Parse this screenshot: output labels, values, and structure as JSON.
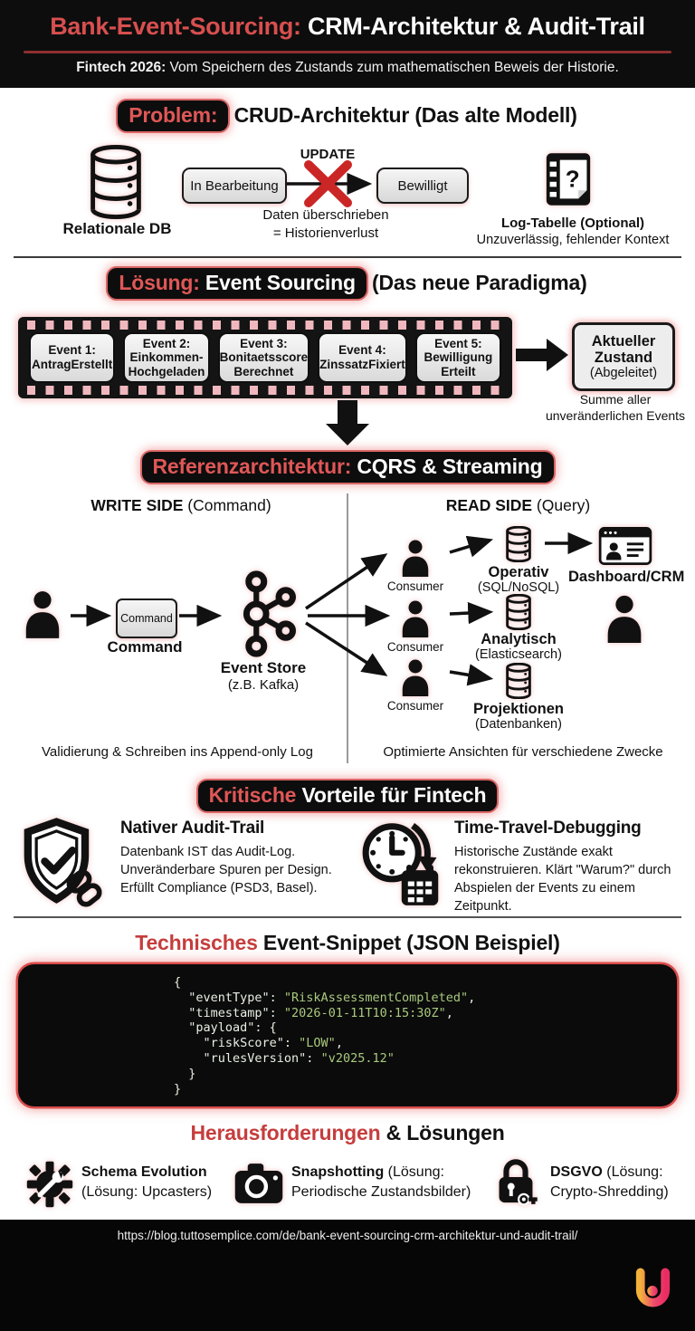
{
  "colors": {
    "accent_red": "#cf4040",
    "badge_red": "#e05757",
    "header_red": "#d84f4f",
    "code_green": "#a9c97e",
    "sprocket_pink": "#f0b8be",
    "logo_gradient_start": "#f2b23a",
    "logo_gradient_end": "#e92d63"
  },
  "header": {
    "title_red": "Bank-Event-Sourcing:",
    "title_white": " CRM-Architektur & Audit-Trail",
    "subtitle_bold": "Fintech 2026:",
    "subtitle_rest": " Vom Speichern des Zustands zum mathematischen Beweis der Historie."
  },
  "problem": {
    "badge": "Problem:",
    "title": " CRUD-Architektur (Das alte Modell)",
    "db_label": "Relationale DB",
    "update_label": "UPDATE",
    "state_before": "In Bearbeitung",
    "state_after": "Bewilligt",
    "overwrite_caption": "Daten überschrieben\n= Historienverlust",
    "log_title": "Log-Tabelle (Optional)",
    "log_caption": "Unzuverlässig, fehlender Kontext"
  },
  "solution": {
    "badge_red": "Lösung:",
    "badge_white": " Event Sourcing",
    "title_rest": " (Das neue Paradigma)",
    "events": [
      {
        "label": "Event 1:\nAntragErstellt"
      },
      {
        "label": "Event 2:\nEinkommen-\nHochgeladen"
      },
      {
        "label": "Event 3:\nBonitaetsscore\nBerechnet"
      },
      {
        "label": "Event 4:\nZinssatzFixiert"
      },
      {
        "label": "Event 5:\nBewilligung\nErteilt"
      }
    ],
    "state_box_bold": "Aktueller\nZustand",
    "state_box_sub": "(Abgeleitet)",
    "sum_caption": "Summe aller\nunveränderlichen Events"
  },
  "architecture": {
    "badge_red": "Referenzarchitektur:",
    "badge_white": " CQRS & Streaming",
    "write_bold": "WRITE SIDE",
    "write_rest": " (Command)",
    "read_bold": "READ SIDE",
    "read_rest": " (Query)",
    "command_box": "Command",
    "command_label": "Command",
    "event_store_title": "Event Store",
    "event_store_sub": "(z.B. Kafka)",
    "consumers": [
      "Consumer",
      "Consumer",
      "Consumer"
    ],
    "stores": [
      {
        "title": "Operativ",
        "sub": "(SQL/NoSQL)"
      },
      {
        "title": "Analytisch",
        "sub": "(Elasticsearch)"
      },
      {
        "title": "Projektionen",
        "sub": "(Datenbanken)"
      }
    ],
    "dashboard_label": "Dashboard/CRM",
    "write_caption": "Validierung & Schreiben ins Append-only Log",
    "read_caption": "Optimierte Ansichten für verschiedene Zwecke"
  },
  "benefits": {
    "badge_red": "Kritische",
    "badge_white": " Vorteile für Fintech",
    "items": [
      {
        "title": "Nativer Audit-Trail",
        "body": "Datenbank IST das Audit-Log.\nUnveränderbare Spuren per Design.\nErfüllt Compliance (PSD3, Basel)."
      },
      {
        "title": "Time-Travel-Debugging",
        "body": "Historische Zustände exakt\nrekonstruieren. Klärt \"Warum?\" durch\nAbspielen der Events zu einem\nZeitpunkt."
      }
    ]
  },
  "snippet": {
    "title_red": "Technisches",
    "title_rest": " Event-Snippet (JSON Beispiel)",
    "code_lines": [
      {
        "pre": "{",
        "val": "",
        "post": ""
      },
      {
        "pre": "  \"eventType\": ",
        "val": "\"RiskAssessmentCompleted\"",
        "post": ","
      },
      {
        "pre": "  \"timestamp\": ",
        "val": "\"2026-01-11T10:15:30Z\"",
        "post": ","
      },
      {
        "pre": "  \"payload\": {",
        "val": "",
        "post": ""
      },
      {
        "pre": "    \"riskScore\": ",
        "val": "\"LOW\"",
        "post": ","
      },
      {
        "pre": "    \"rulesVersion\": ",
        "val": "\"v2025.12\"",
        "post": ""
      },
      {
        "pre": "  }",
        "val": "",
        "post": ""
      },
      {
        "pre": "}",
        "val": "",
        "post": ""
      }
    ]
  },
  "challenges": {
    "title_red": "Herausforderungen",
    "title_rest": " & Lösungen",
    "items": [
      {
        "bold": "Schema Evolution",
        "after": "",
        "line2": "(Lösung: Upcasters)"
      },
      {
        "bold": "Snapshotting",
        "after": " (Lösung:",
        "line2": "Periodische Zustandsbilder)"
      },
      {
        "bold": "DSGVO",
        "after": " (Lösung:",
        "line2": "Crypto-Shredding)"
      }
    ]
  },
  "footer": {
    "url": "https://blog.tuttosemplice.com/de/bank-event-sourcing-crm-architektur-und-audit-trail/"
  }
}
